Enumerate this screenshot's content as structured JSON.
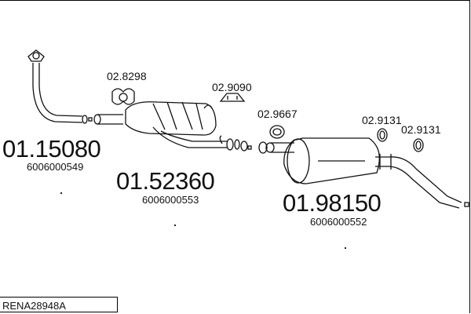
{
  "parts": [
    {
      "number": "01.15080",
      "oem": "6006000549"
    },
    {
      "number": "01.52360",
      "oem": "6006000553"
    },
    {
      "number": "01.98150",
      "oem": "6006000552"
    }
  ],
  "accessories": [
    "02.8298",
    "02.9090",
    "02.9667",
    "02.9131",
    "02.9131"
  ],
  "reference": "RENA28948A"
}
